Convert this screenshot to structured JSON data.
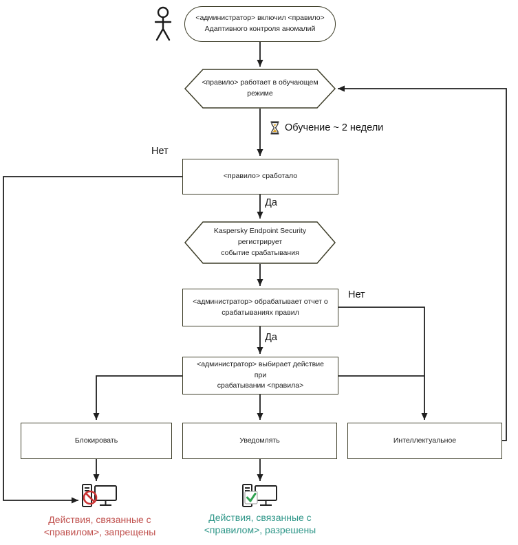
{
  "colors": {
    "shape_border": "#3d3d28",
    "connector": "#1f1f1f",
    "blocked_text": "#c0504d",
    "allowed_text": "#2e9688",
    "badge_red": "#cc3333",
    "badge_green": "#33a352"
  },
  "nodes": {
    "start": "<администратор> включил <правило>\nАдаптивного контроля аномалий",
    "training_mode": "<правило>  работает в обучающем\nрежиме",
    "rule_triggered": "<правило> сработало",
    "kes_registers": "Kaspersky Endpoint Security регистрирует\nсобытие срабатывания",
    "admin_report": "<администратор> обрабатывает отчет о\nсрабатываниях правил",
    "admin_choose": "<администратор> выбирает действие при\nсрабатывании <правила>",
    "action_block": "Блокировать",
    "action_notify": "Уведомлять",
    "action_smart": "Интеллектуальное"
  },
  "labels": {
    "training": "Обучение ~ 2 недели",
    "no_left": "Нет",
    "yes_1": "Да",
    "no_right": "Нет",
    "yes_2": "Да"
  },
  "captions": {
    "blocked": "Действия, связанные с\n<правилом>, запрещены",
    "allowed": "Действия, связанные с\n<правилом>, разрешены"
  },
  "icons": {
    "person": "person-icon",
    "hourglass": "hourglass-icon",
    "blocked_computer": "blocked-computer-icon",
    "allowed_computer": "allowed-computer-icon"
  }
}
